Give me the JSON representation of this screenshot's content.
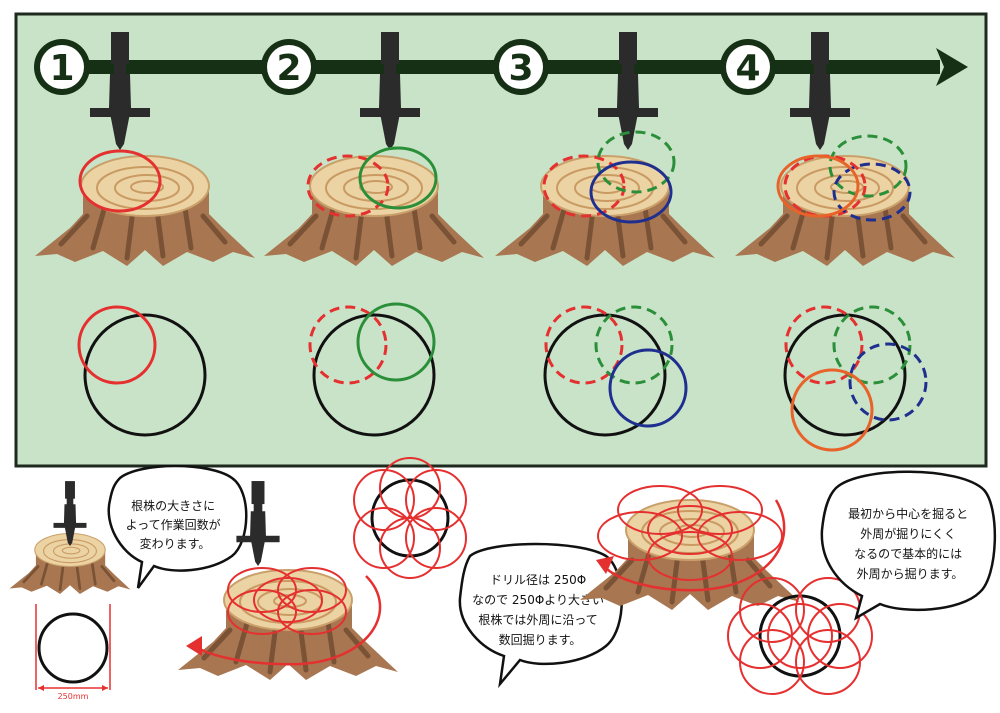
{
  "steps": [
    "1",
    "2",
    "3",
    "4"
  ],
  "bubbles": {
    "size_note": [
      "根株の大きさに",
      "よって作業回数が",
      "変わります。"
    ],
    "drill_note": [
      "ドリル径は 250Φ",
      "なので 250Φより大きい",
      "根株では外周に沿って",
      "数回掘ります。"
    ],
    "order_note": [
      "最初から中心を掘ると",
      "外周が掘りにくく",
      "なるので基本的には",
      "外周から掘ります。"
    ]
  },
  "dimension_label": "250mm",
  "colors": {
    "panel_bg": "#c9e3c8",
    "panel_border": "#1e2a1e",
    "arrow": "#163016",
    "drill": "#2b2b2b",
    "circle_red": "#e53030",
    "circle_green": "#2b8f3a",
    "circle_blue": "#1f2f8f",
    "circle_orange": "#e8632a",
    "stump_bark": "#a87650",
    "stump_dark": "#7a5236",
    "stump_top": "#ecd3a4",
    "ring": "#c99a62"
  }
}
